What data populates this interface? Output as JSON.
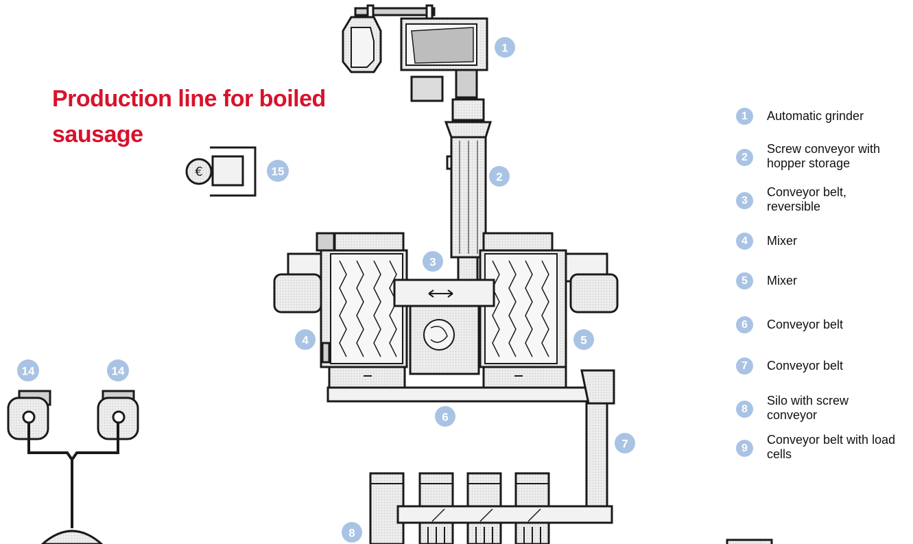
{
  "title": "Production line for boiled sausage",
  "colors": {
    "title": "#d8122c",
    "badge": "#a9c3e4",
    "machine_outline": "#1a1a1a",
    "machine_fill": "#e8e8e8"
  },
  "badges": {
    "b1": "1",
    "b2": "2",
    "b3": "3",
    "b4": "4",
    "b5": "5",
    "b6": "6",
    "b7": "7",
    "b8": "8",
    "b14a": "14",
    "b14b": "14",
    "b15": "15"
  },
  "legend": [
    {
      "number": "1",
      "label": "Automatic grinder"
    },
    {
      "number": "2",
      "label": "Screw conveyor with hopper storage"
    },
    {
      "number": "3",
      "label": "Conveyor belt, reversible"
    },
    {
      "number": "4",
      "label": "Mixer"
    },
    {
      "number": "5",
      "label": "Mixer"
    },
    {
      "number": "6",
      "label": "Conveyor belt"
    },
    {
      "number": "7",
      "label": "Conveyor belt"
    },
    {
      "number": "8",
      "label": "Silo with screw conveyor"
    },
    {
      "number": "9",
      "label": "Conveyor belt with load cells"
    }
  ]
}
